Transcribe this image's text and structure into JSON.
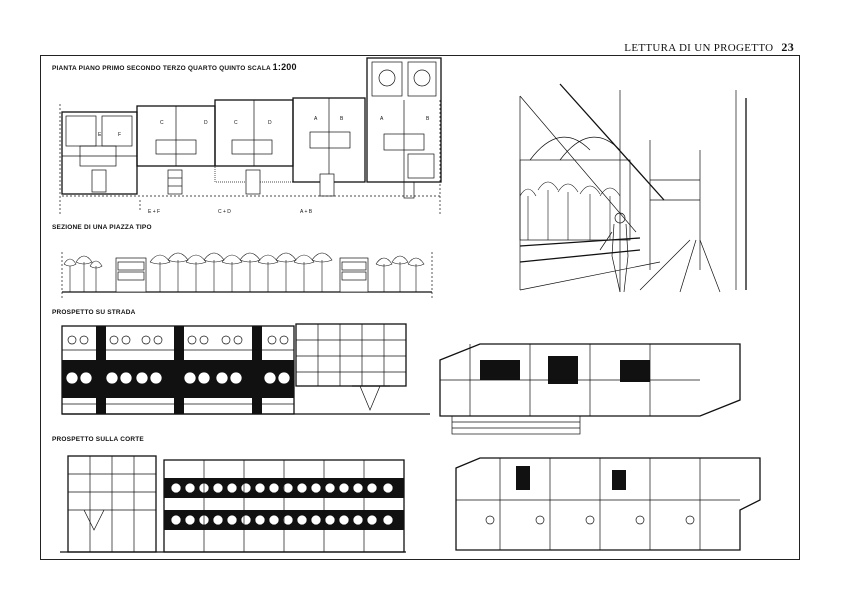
{
  "header": {
    "running_title": "LETTURA DI UN PROGETTO",
    "page_number": "23"
  },
  "captions": {
    "plan_title": "PIANTA PIANO PRIMO SECONDO TERZO QUARTO QUINTO SCALA",
    "plan_scale": "1:200",
    "section_title": "SEZIONE DI UNA PIAZZA TIPO",
    "street_elevation": "PROSPETTO SU STRADA",
    "court_elevation": "PROSPETTO SULLA CORTE"
  },
  "plan_labels": {
    "unit_e": "E",
    "unit_f": "F",
    "unit_c1": "C",
    "unit_d1": "D",
    "unit_c2": "C",
    "unit_d2": "D",
    "unit_a1": "A",
    "unit_b1": "B",
    "unit_a2": "A",
    "unit_b2": "B",
    "group_ef": "E + F",
    "group_cd": "C + D",
    "group_ab": "A + B"
  }
}
